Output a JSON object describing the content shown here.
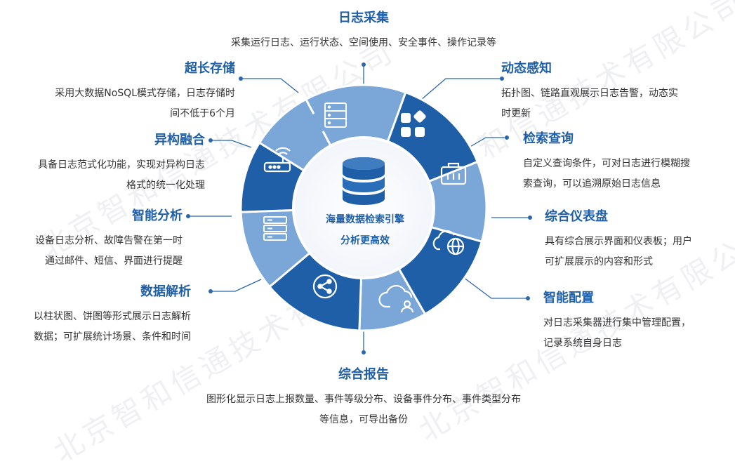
{
  "watermark": "北京智和信通技术有限公司",
  "center": {
    "line1": "海量数据检索引擎",
    "line2": "分析更高效"
  },
  "features": {
    "log_collection": {
      "title": "日志采集",
      "lines": [
        "采集运行日志、运行状态、空间使用、安全事件、操作记录等"
      ]
    },
    "dynamic_awareness": {
      "title": "动态感知",
      "lines": [
        "拓扑图、链路直观展示日志告警，动态实",
        "时更新"
      ]
    },
    "retrieval_query": {
      "title": "检索查询",
      "lines": [
        "自定义查询条件，可对日志进行模糊搜",
        "索查询，可以追溯原始日志信息"
      ]
    },
    "dashboard": {
      "title": "综合仪表盘",
      "lines": [
        "具有综合展示界面和仪表板；用户",
        "可扩展展示的内容和形式"
      ]
    },
    "smart_config": {
      "title": "智能配置",
      "lines": [
        "对日志采集器进行集中管理配置，",
        "记录系统自身日志"
      ]
    },
    "report": {
      "title": "综合报告",
      "lines": [
        "图形化显示日志上报数量、事件等级分布、设备事件分布、事件类型分布",
        "等信息，可导出备份"
      ]
    },
    "data_parsing": {
      "title": "数据解析",
      "lines": [
        "以柱状图、饼图等形式展示日志解析",
        "数据；可扩展统计场景、条件和时间"
      ]
    },
    "smart_analysis": {
      "title": "智能分析",
      "lines": [
        "设备日志分析、故障告警在第一时",
        "通过邮件、短信、界面进行提醒"
      ]
    },
    "heterogeneous_fusion": {
      "title": "异构融合",
      "lines": [
        "具备日志范式化功能，实现对异构日志",
        "格式的统一化处理"
      ]
    },
    "long_storage": {
      "title": "超长存储",
      "lines": [
        "采用大数据NoSQL模式存储，日志存储时",
        "间不低于6个月"
      ]
    }
  },
  "colors": {
    "dark_blue": "#1f5fa8",
    "mid_blue": "#3f7cc0",
    "light_blue": "#7aa6d8",
    "title": "#1f5fa8",
    "text": "#333333",
    "line": "#2a67ad"
  },
  "icons": [
    "server-rack-icon",
    "apps-grid-icon",
    "briefcase-icon",
    "globe-cloud-icon",
    "cloud-user-icon",
    "share-icon",
    "storage-servers-icon",
    "router-wifi-icon",
    "database-icon"
  ]
}
